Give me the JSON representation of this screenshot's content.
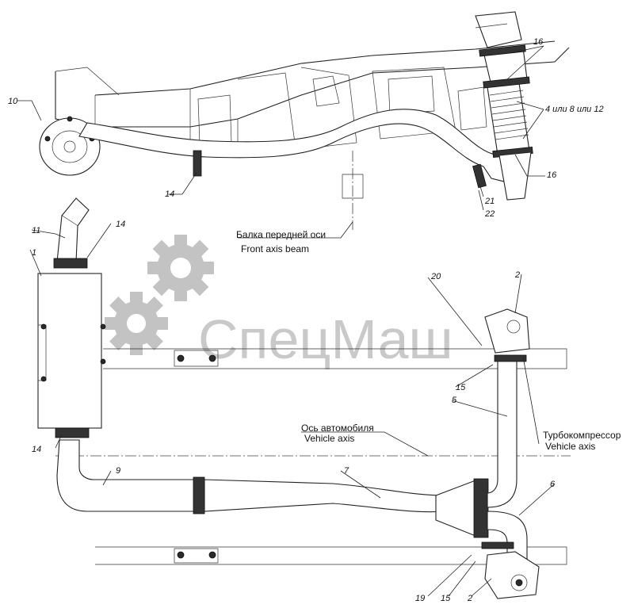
{
  "watermark": {
    "text": "СпецМаш"
  },
  "captions": {
    "front_axis_ru": "Балка передней оси",
    "front_axis_en": "Front axis beam",
    "vehicle_axis_ru": "Ось автомобиля",
    "vehicle_axis_en": "Vehicle axis",
    "turbo_ru": "Турбокомпрессор",
    "turbo_en": "Vehicle axis"
  },
  "labels": {
    "p10": "10",
    "p16a": "16",
    "p4812": "4 или 8 или 12",
    "p16b": "16",
    "p14a": "14",
    "p21": "21",
    "p22": "22",
    "p11": "11",
    "p14b": "14",
    "p1": "1",
    "p20": "20",
    "p2a": "2",
    "p15a": "15",
    "p5": "5",
    "p14c": "14",
    "p9": "9",
    "p7": "7",
    "p6": "6",
    "p19": "19",
    "p15b": "15",
    "p2b": "2"
  }
}
